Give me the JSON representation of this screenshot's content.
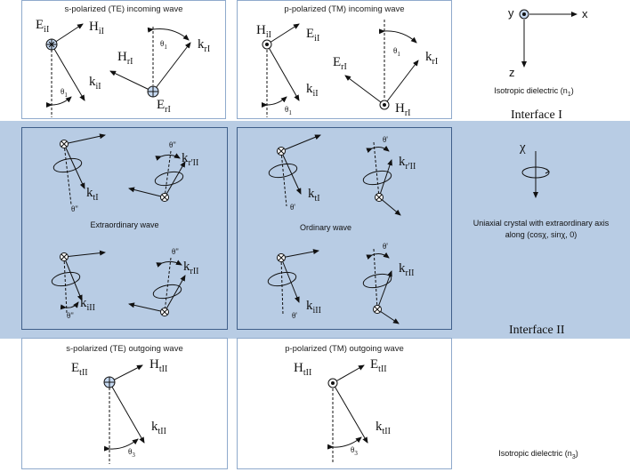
{
  "panels": {
    "te_in_title": "s-polarized (TE) incoming wave",
    "tm_in_title": "p-polarized (TM) incoming wave",
    "extra_caption": "Extraordinary wave",
    "ord_caption": "Ordinary wave",
    "te_out_title": "s-polarized (TE) outgoing wave",
    "tm_out_title": "p-polarized (TM) outgoing wave"
  },
  "labels": {
    "E_iI": "E",
    "E_iI_sub": "iI",
    "H_iI": "H",
    "H_iI_sub": "iI",
    "k_iI": "k",
    "k_iI_sub": "iI",
    "H_rI": "H",
    "H_rI_sub": "rI",
    "E_rI": "E",
    "E_rI_sub": "rI",
    "k_rI": "k",
    "k_rI_sub": "rI",
    "theta1": "θ",
    "theta1_sub": "1",
    "theta3": "θ",
    "theta3_sub": "3",
    "k_tI": "k",
    "k_tI_sub": "tI",
    "k_rpII": "k",
    "k_rpII_sub": "r'II",
    "k_iII": "k",
    "k_iII_sub": "iII",
    "k_rII": "k",
    "k_rII_sub": "rII",
    "theta_dd": "θ\"",
    "theta_d": "θ'",
    "E_tII": "E",
    "E_tII_sub": "tII",
    "H_tII": "H",
    "H_tII_sub": "tII",
    "k_tII": "k",
    "k_tII_sub": "tII",
    "chi": "χ"
  },
  "axes": {
    "x": "x",
    "y": "y",
    "z": "z"
  },
  "media": {
    "top": "Isotropic dielectric (n",
    "top_sub": "1",
    "top_end": ")",
    "middle_line1": "Uniaxial crystal with extraordinary axis",
    "middle_line2": "along (cosχ, sinχ, 0)",
    "bottom": "Isotropic dielectric (n",
    "bottom_sub": "3",
    "bottom_end": ")"
  },
  "interfaces": {
    "first": "Interface I",
    "second": "Interface II"
  },
  "colors": {
    "band": "#b8cce4",
    "border": "#8faacc",
    "symbol_fill": "#c6d9f1"
  }
}
